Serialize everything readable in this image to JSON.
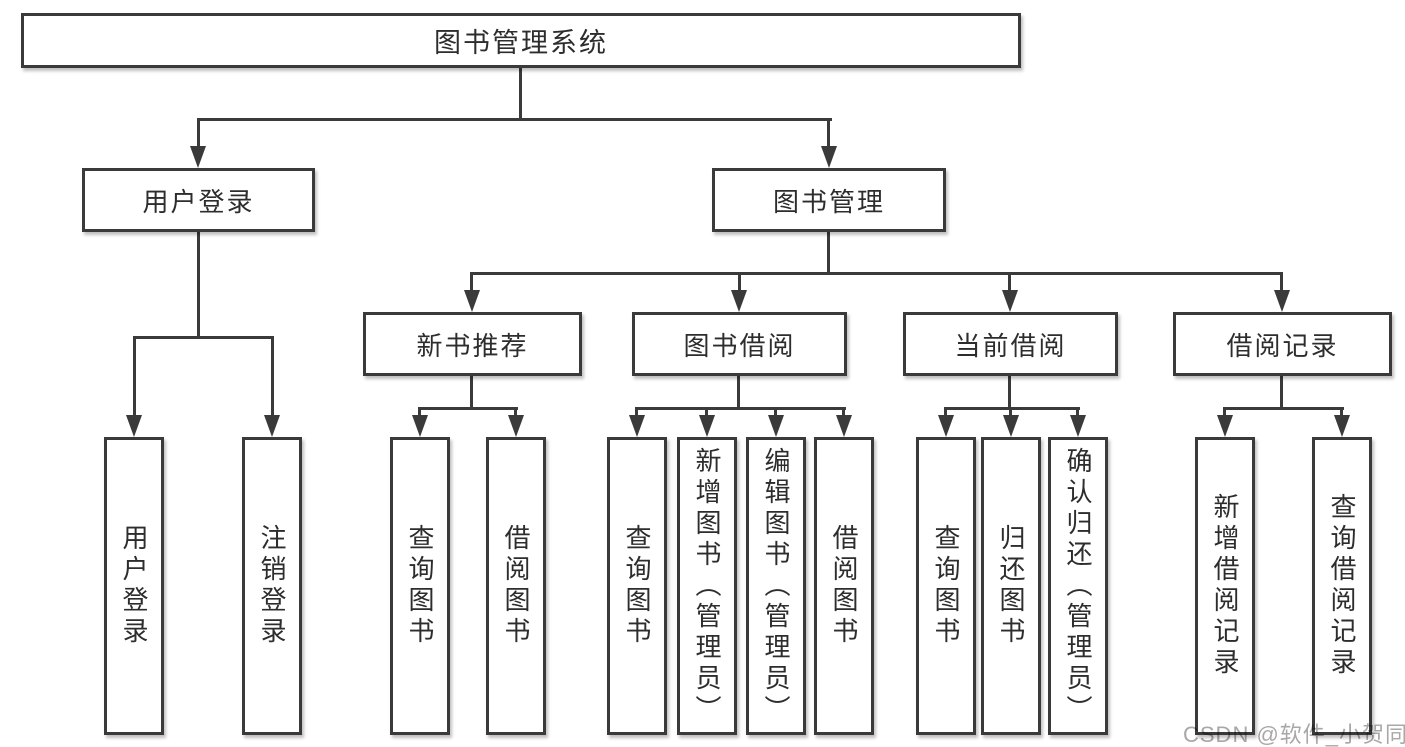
{
  "diagram": {
    "root": {
      "label": "图书管理系统"
    },
    "level2": [
      {
        "label": "用户登录"
      },
      {
        "label": "图书管理"
      }
    ],
    "level3": [
      {
        "label": "新书推荐"
      },
      {
        "label": "图书借阅"
      },
      {
        "label": "当前借阅"
      },
      {
        "label": "借阅记录"
      }
    ],
    "leaves": {
      "user": [
        "用户登录",
        "注销登录"
      ],
      "recommend": [
        "查询图书",
        "借阅图书"
      ],
      "borrow": [
        "查询图书",
        "新增图书（管理员）",
        "编辑图书（管理员）",
        "借阅图书"
      ],
      "current": [
        "查询图书",
        "归还图书",
        "确认归还（管理员）"
      ],
      "records": [
        "新增借阅记录",
        "查询借阅记录"
      ]
    }
  },
  "watermark": {
    "text": "CSDN @软件_小贺同学"
  },
  "colors": {
    "line": "#3a3a3a",
    "text": "#2d2d2d",
    "watermark": "#a8a8a8",
    "background": "#ffffff"
  }
}
